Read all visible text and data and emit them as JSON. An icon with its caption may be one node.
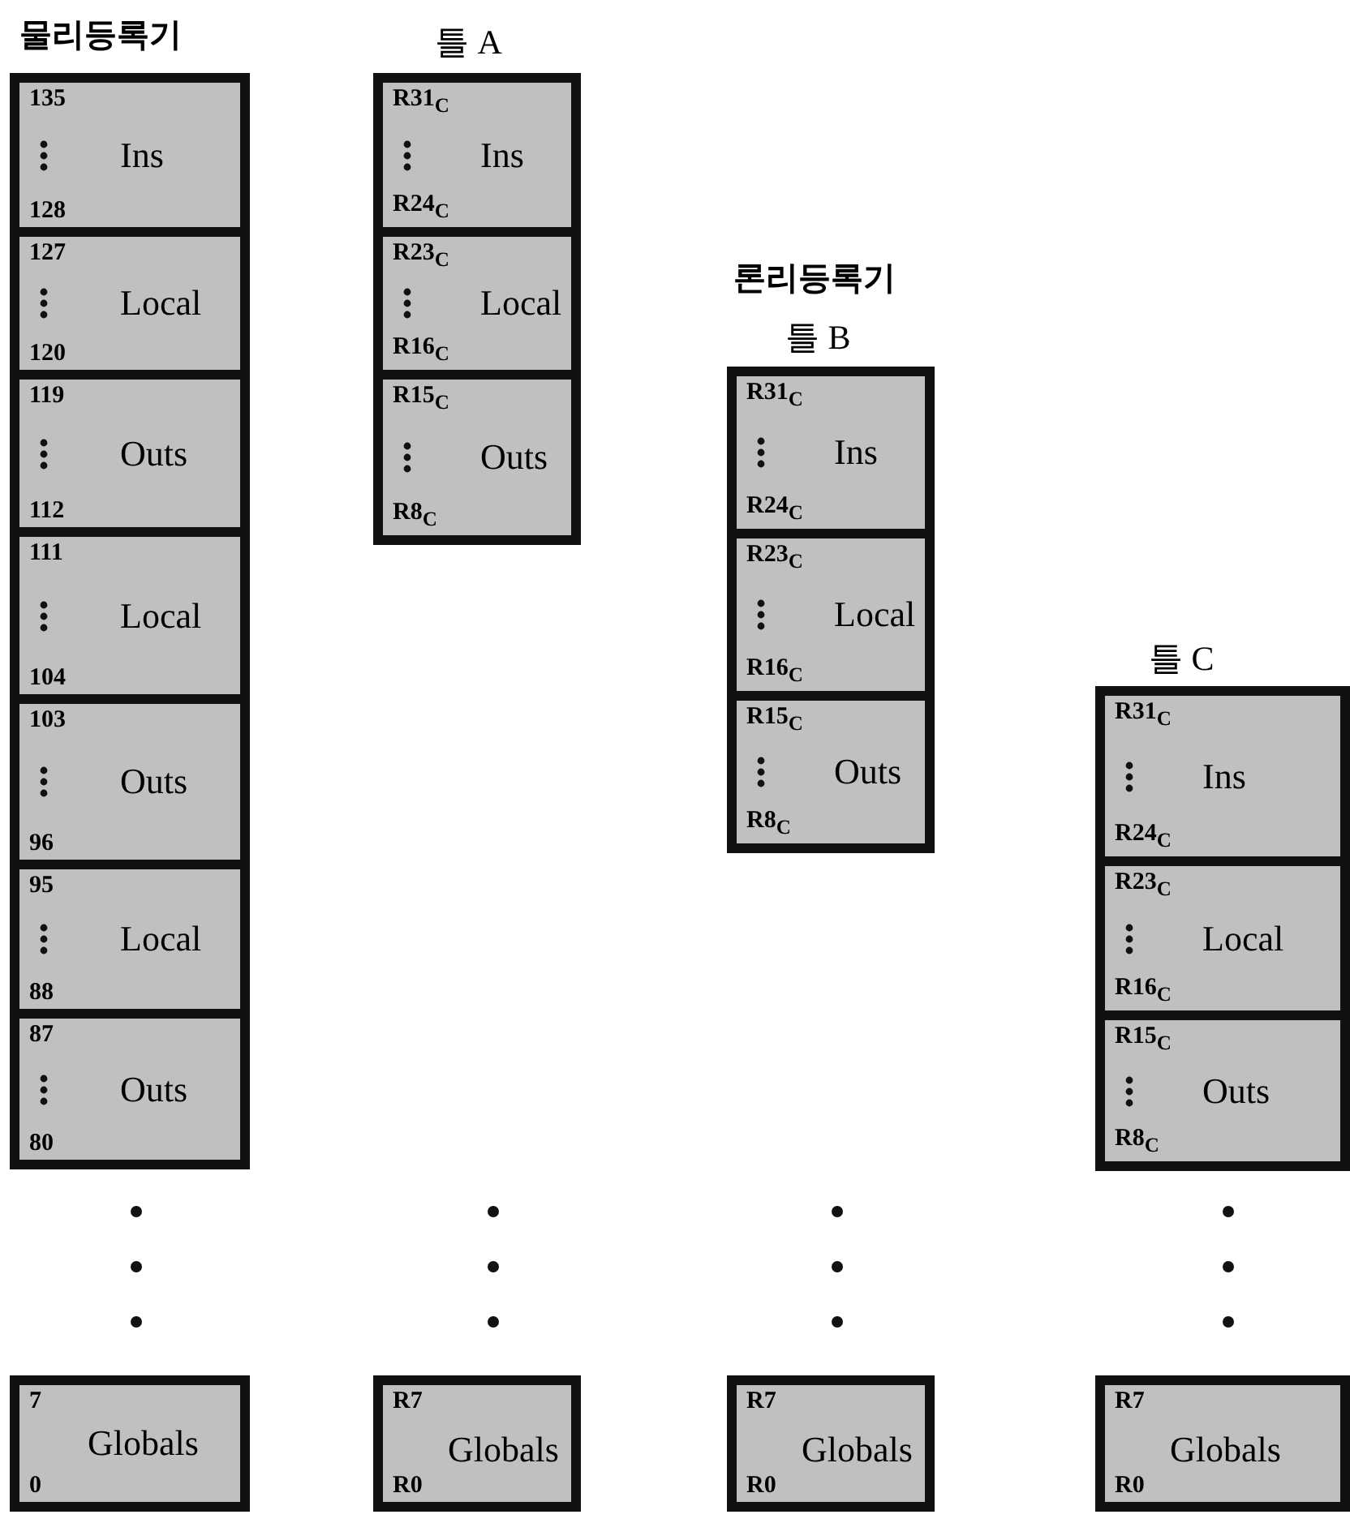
{
  "diagram": {
    "nodes": [
      {
        "text": [
          "135",
          "Ins",
          "128"
        ]
      },
      {
        "text": [
          "127",
          "Local",
          "120"
        ]
      },
      {
        "text": [
          "119",
          "Outs",
          "112"
        ]
      },
      {
        "text": [
          "111",
          "Local",
          "104"
        ]
      },
      {
        "text": [
          "103",
          "Outs",
          "96"
        ]
      },
      {
        "text": [
          "95",
          "Local",
          "88"
        ]
      },
      {
        "text": [
          "87",
          "Outs",
          "80"
        ]
      },
      {
        "text": [
          "7",
          "Globals",
          "0"
        ]
      },
      {
        "text": [
          "R31$_{C}$",
          "Ins",
          "R24$_{C}$"
        ]
      },
      {
        "text": [
          "R23$_{C}$",
          "Local",
          "R16$_{C}$"
        ]
      },
      {
        "text": [
          "R15$_{C}$",
          "Outs",
          "R8$_{C}$"
        ]
      },
      {
        "text": [
          "R7",
          "Globals",
          "R0"
        ]
      },
      {
        "text": [
          "R31$_{C}$",
          "Ins",
          "R24$_{C}$"
        ]
      },
      {
        "text": [
          "R23$_{C}$",
          "Local",
          "R16$_{C}$"
        ]
      },
      {
        "text": [
          "R15$_{C}$",
          "Outs",
          "R8$_{C}$"
        ]
      },
      {
        "text": [
          "R7",
          "Globals",
          "R0"
        ]
      },
      {
        "text": [
          "R31$_{C}$",
          "Ins",
          "R24$_{C}$"
        ]
      },
      {
        "text": [
          "R23$_{C}$",
          "Local",
          "R16$_{C}$"
        ]
      },
      {
        "text": [
          "R15$_{C}$",
          "Outs",
          "R8$_{C}$"
        ]
      },
      {
        "text": [
          "R7",
          "Globals",
          "R0"
        ]
      }
    ],
    "labels": [
      "물리등록기",
      "틀 A",
      "론리등록기",
      "틀 B",
      "틀 C"
    ]
  }
}
